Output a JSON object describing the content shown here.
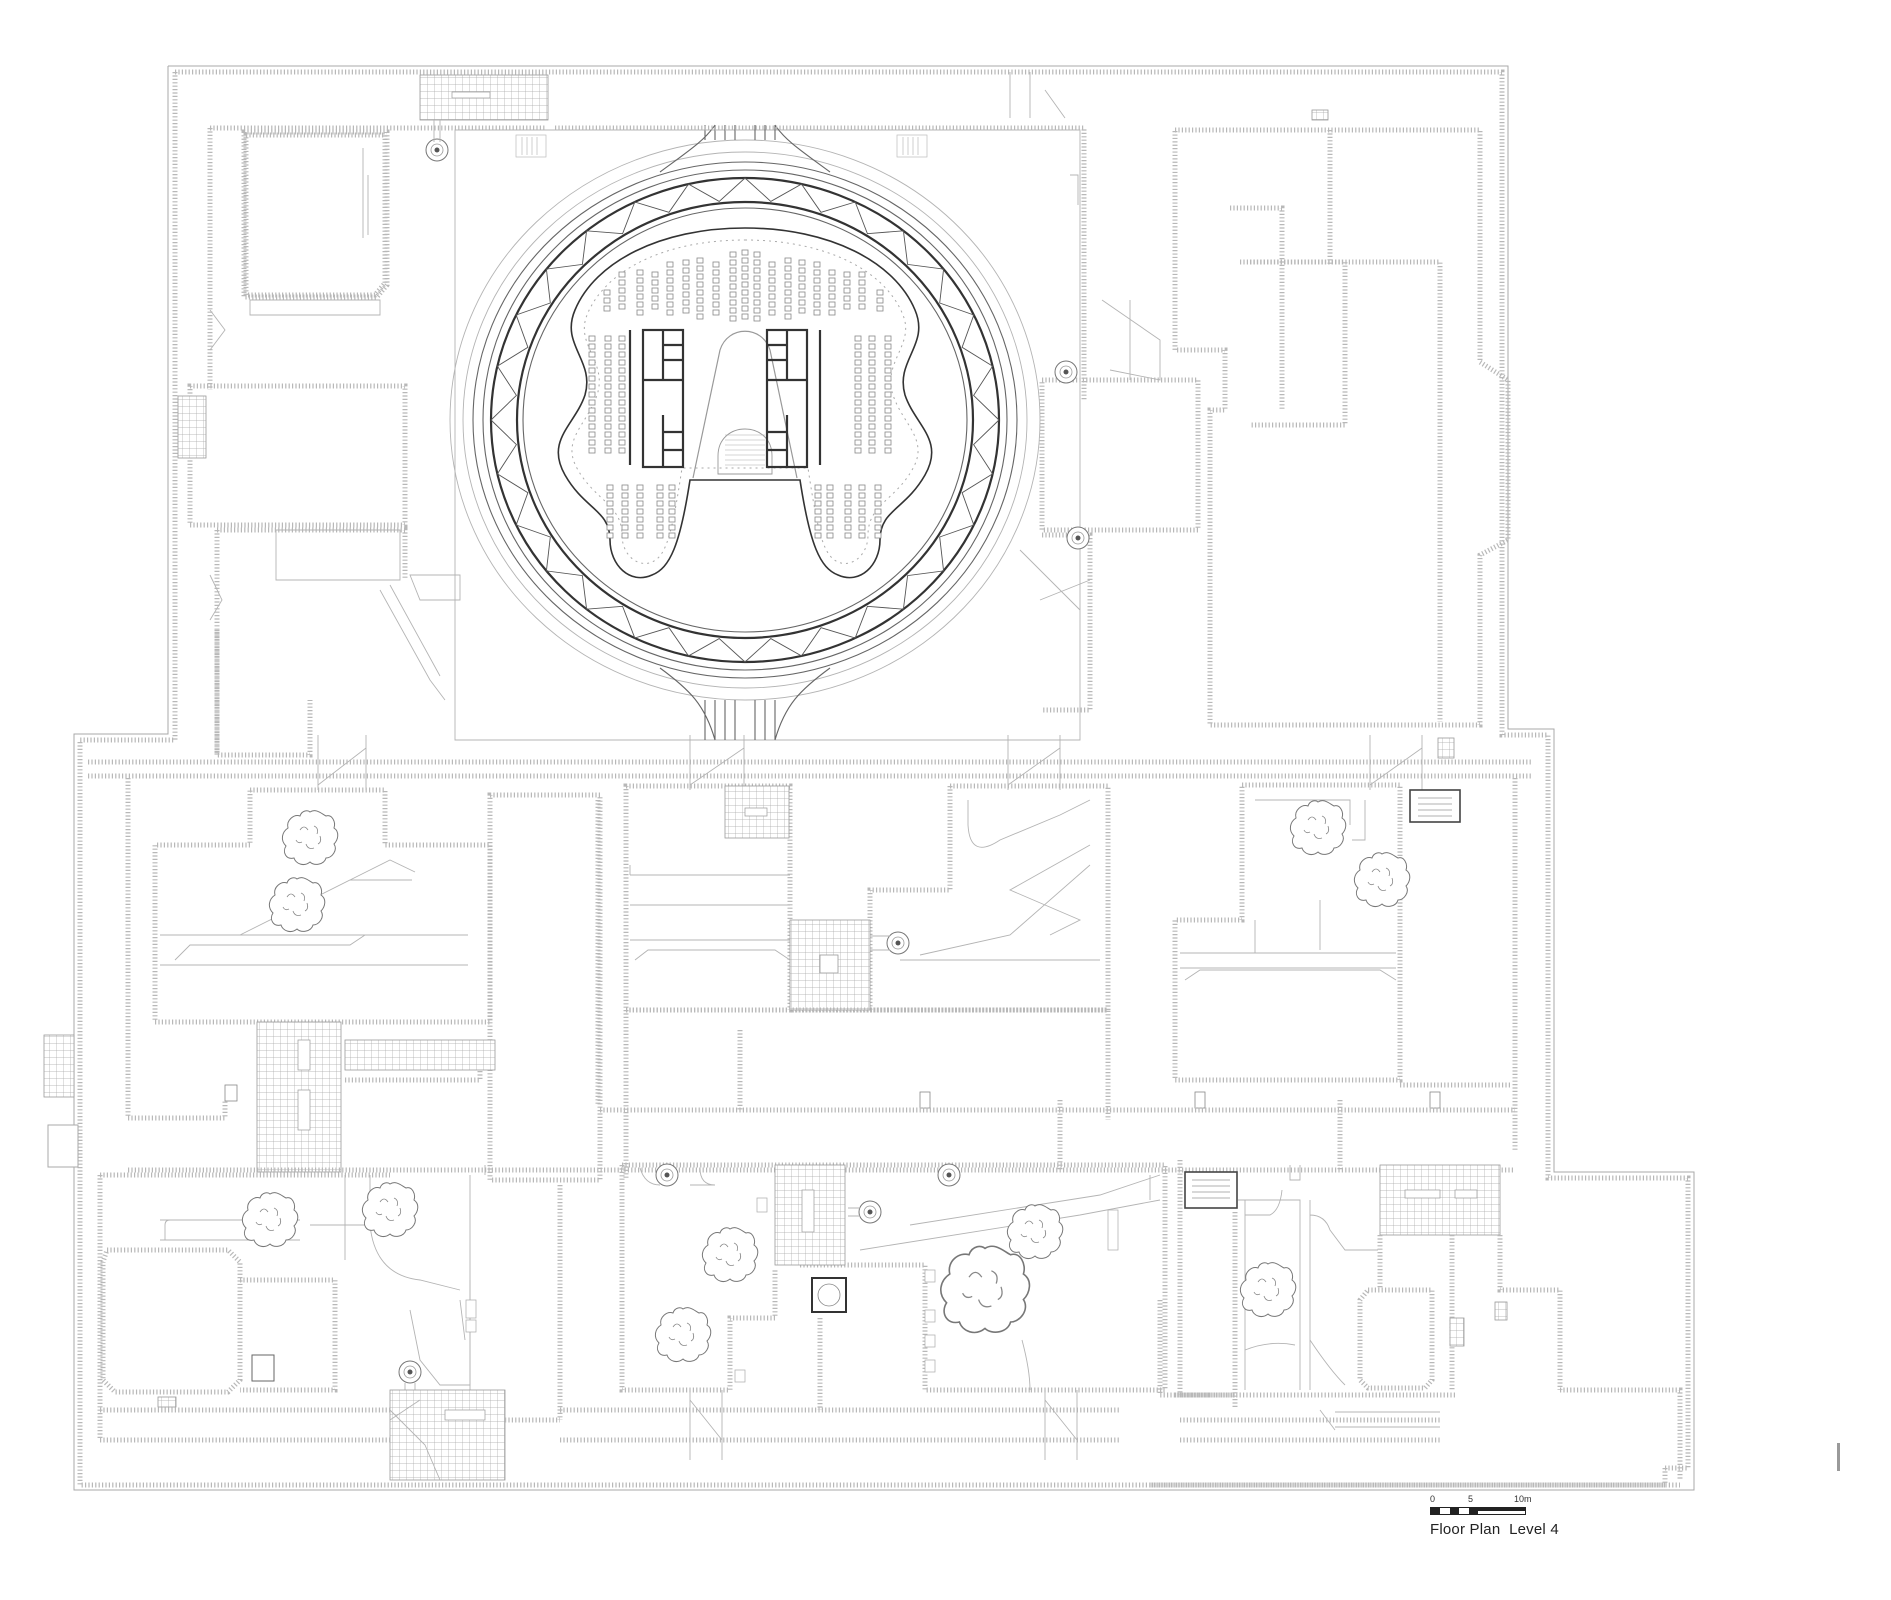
{
  "drawing": {
    "title": "Floor Plan",
    "level": "Level 4",
    "caption": "Floor Plan  Level 4",
    "colors": {
      "background": "#ffffff",
      "wall": "#a9a9a9",
      "structure": "#333333",
      "tree": "#777777"
    }
  },
  "scale_bar": {
    "labels": [
      "0",
      "5",
      "10m"
    ],
    "units": "m",
    "max": 10
  },
  "features": {
    "central_rotunda": "circular-building-icon",
    "trees": "tree-icon",
    "stairs": "stair-icon",
    "spiral_stairs": "spiral-stair-icon",
    "courtyards": 8
  }
}
